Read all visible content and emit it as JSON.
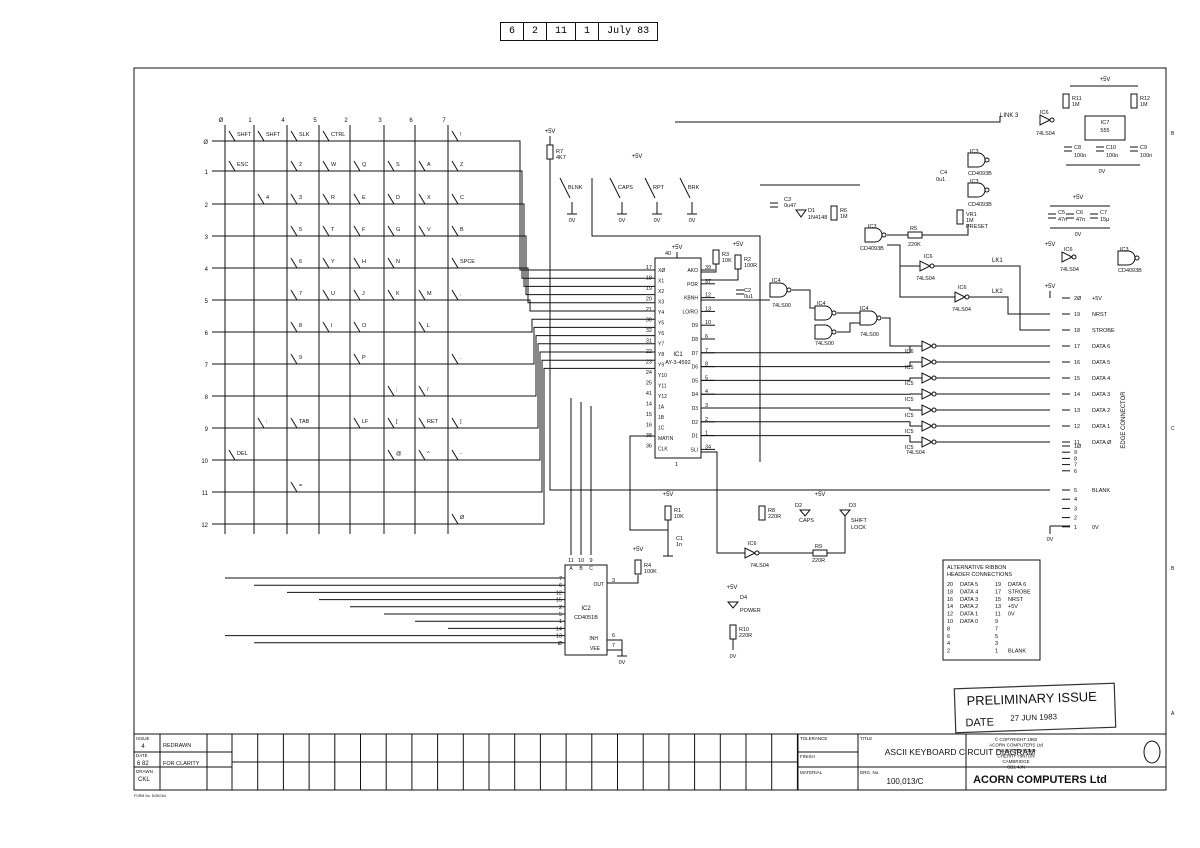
{
  "ref_box": [
    "6",
    "2",
    "11",
    "1",
    "July 83"
  ],
  "columns": [
    "Ø",
    "1",
    "4",
    "5",
    "2",
    "3",
    "6",
    "7"
  ],
  "rows": [
    "Ø",
    "1",
    "2",
    "3",
    "4",
    "5",
    "6",
    "7",
    "8",
    "9",
    "10",
    "11",
    "12"
  ],
  "keys": [
    {
      "r": 0,
      "c": 0,
      "t": "SHFT"
    },
    {
      "r": 0,
      "c": 1,
      "t": "SHFT"
    },
    {
      "r": 0,
      "c": 2,
      "t": "SLK"
    },
    {
      "r": 0,
      "c": 3,
      "t": "CTRL"
    },
    {
      "r": 0,
      "c": 7,
      "t": "!"
    },
    {
      "r": 1,
      "c": 0,
      "t": "ESC"
    },
    {
      "r": 1,
      "c": 2,
      "t": "2"
    },
    {
      "r": 1,
      "c": 3,
      "t": "W"
    },
    {
      "r": 1,
      "c": 4,
      "t": "Q"
    },
    {
      "r": 1,
      "c": 5,
      "t": "S"
    },
    {
      "r": 1,
      "c": 6,
      "t": "A"
    },
    {
      "r": 1,
      "c": 7,
      "t": "Z"
    },
    {
      "r": 2,
      "c": 1,
      "t": "4"
    },
    {
      "r": 2,
      "c": 2,
      "t": "3"
    },
    {
      "r": 2,
      "c": 3,
      "t": "R"
    },
    {
      "r": 2,
      "c": 4,
      "t": "E"
    },
    {
      "r": 2,
      "c": 5,
      "t": "D"
    },
    {
      "r": 2,
      "c": 6,
      "t": "X"
    },
    {
      "r": 2,
      "c": 7,
      "t": "C"
    },
    {
      "r": 3,
      "c": 2,
      "t": "5"
    },
    {
      "r": 3,
      "c": 3,
      "t": "T"
    },
    {
      "r": 3,
      "c": 4,
      "t": "F"
    },
    {
      "r": 3,
      "c": 5,
      "t": "G"
    },
    {
      "r": 3,
      "c": 6,
      "t": "V"
    },
    {
      "r": 3,
      "c": 7,
      "t": "B"
    },
    {
      "r": 4,
      "c": 2,
      "t": "6"
    },
    {
      "r": 4,
      "c": 3,
      "t": "Y"
    },
    {
      "r": 4,
      "c": 4,
      "t": "H"
    },
    {
      "r": 4,
      "c": 5,
      "t": "N"
    },
    {
      "r": 4,
      "c": 7,
      "t": "SPCE"
    },
    {
      "r": 5,
      "c": 2,
      "t": "7"
    },
    {
      "r": 5,
      "c": 3,
      "t": "U"
    },
    {
      "r": 5,
      "c": 4,
      "t": "J"
    },
    {
      "r": 5,
      "c": 5,
      "t": "K"
    },
    {
      "r": 5,
      "c": 6,
      "t": "M"
    },
    {
      "r": 5,
      "c": 7,
      "t": ","
    },
    {
      "r": 6,
      "c": 2,
      "t": "8"
    },
    {
      "r": 6,
      "c": 3,
      "t": "I"
    },
    {
      "r": 6,
      "c": 4,
      "t": "O"
    },
    {
      "r": 6,
      "c": 6,
      "t": "L"
    },
    {
      "r": 7,
      "c": 2,
      "t": "9"
    },
    {
      "r": 7,
      "c": 4,
      "t": "P"
    },
    {
      "r": 7,
      "c": 7,
      "t": "."
    },
    {
      "r": 8,
      "c": 5,
      "t": ";"
    },
    {
      "r": 8,
      "c": 6,
      "t": "/"
    },
    {
      "r": 9,
      "c": 1,
      "t": ":"
    },
    {
      "r": 9,
      "c": 2,
      "t": "TAB"
    },
    {
      "r": 9,
      "c": 4,
      "t": "LF"
    },
    {
      "r": 9,
      "c": 5,
      "t": "["
    },
    {
      "r": 9,
      "c": 6,
      "t": "RET"
    },
    {
      "r": 9,
      "c": 7,
      "t": "]"
    },
    {
      "r": 10,
      "c": 0,
      "t": "DEL"
    },
    {
      "r": 10,
      "c": 5,
      "t": "@"
    },
    {
      "r": 10,
      "c": 6,
      "t": "^"
    },
    {
      "r": 10,
      "c": 7,
      "t": "-"
    },
    {
      "r": 11,
      "c": 2,
      "t": "="
    },
    {
      "r": 12,
      "c": 7,
      "t": "Ø"
    }
  ],
  "top_switches": [
    "BLNK",
    "CAPS",
    "RPT",
    "BRK"
  ],
  "power": {
    "vcc": "+5V",
    "gnd": "0V"
  },
  "ic1": {
    "name": "IC1",
    "part": "AY-3-4592",
    "left_pins": [
      [
        "17",
        "XØ"
      ],
      [
        "18",
        "X1"
      ],
      [
        "19",
        "X2"
      ],
      [
        "20",
        "X3"
      ],
      [
        "21",
        "Y4"
      ],
      [
        "30",
        "Y5"
      ],
      [
        "32",
        "Y6"
      ],
      [
        "31",
        "Y7"
      ],
      [
        "22",
        "Y8"
      ],
      [
        "23",
        "Y9"
      ],
      [
        "24",
        "Y10"
      ],
      [
        "25",
        "Y11"
      ],
      [
        "41",
        "Y12"
      ],
      [
        "14",
        "1A"
      ],
      [
        "15",
        "1B"
      ],
      [
        "16",
        "1C"
      ],
      [
        "38",
        "MATIN"
      ],
      [
        "36",
        "CLK"
      ]
    ],
    "right_pins": [
      [
        "39",
        "AKO"
      ],
      [
        "37",
        "POR"
      ],
      [
        "12",
        "KBNH"
      ],
      [
        "13",
        "LO/RO"
      ],
      [
        "10",
        "D9"
      ],
      [
        "6",
        "D8"
      ],
      [
        "7",
        "D7"
      ],
      [
        "8",
        "D6"
      ],
      [
        "5",
        "D5"
      ],
      [
        "4",
        "D4"
      ],
      [
        "3",
        "D3"
      ],
      [
        "2",
        "D2"
      ],
      [
        "1",
        "D1"
      ],
      [
        "34",
        "SLI"
      ]
    ],
    "top_pin": "40",
    "bottom_pin": "1"
  },
  "ic2": {
    "name": "IC2",
    "part": "CD4051B",
    "left_pins": [
      "7",
      "6",
      "12",
      "15",
      "2",
      "5",
      "1",
      "14",
      "13",
      "Ø"
    ],
    "top_pins": [
      "11",
      "10",
      "9"
    ],
    "top_labels": [
      "A",
      "B",
      "C"
    ],
    "out_pin": "3",
    "out_label": "OUT",
    "inh": "INH",
    "vee": "VEE",
    "inh_pin": "6",
    "vee_pin": "7"
  },
  "components": [
    {
      "id": "R7",
      "v": "4K7"
    },
    {
      "id": "R3",
      "v": "10K"
    },
    {
      "id": "R2",
      "v": "100R"
    },
    {
      "id": "C2",
      "v": "0u1"
    },
    {
      "id": "C3",
      "v": "0u47"
    },
    {
      "id": "D1",
      "v": "1N4148"
    },
    {
      "id": "R6",
      "v": "1M"
    },
    {
      "id": "C4",
      "v": "0u1"
    },
    {
      "id": "VR1",
      "v": "1M PRESET"
    },
    {
      "id": "R5",
      "v": "220K"
    },
    {
      "id": "R1",
      "v": "10K"
    },
    {
      "id": "C1",
      "v": "1n"
    },
    {
      "id": "R4",
      "v": "100K"
    },
    {
      "id": "R8",
      "v": "220R"
    },
    {
      "id": "R9",
      "v": "220R"
    },
    {
      "id": "D2",
      "v": "CAPS"
    },
    {
      "id": "D3",
      "v": "SHIFT LOCK"
    },
    {
      "id": "D4",
      "v": "POWER"
    },
    {
      "id": "R10",
      "v": "220R"
    },
    {
      "id": "R11",
      "v": "1M"
    },
    {
      "id": "R12",
      "v": "1M"
    },
    {
      "id": "IC7",
      "v": "555"
    },
    {
      "id": "C8",
      "v": "100n"
    },
    {
      "id": "C10",
      "v": "100n"
    },
    {
      "id": "C9",
      "v": "100n"
    },
    {
      "id": "C5",
      "v": "47n"
    },
    {
      "id": "C6",
      "v": "47n"
    },
    {
      "id": "C7",
      "v": "15µ"
    }
  ],
  "gates": {
    "ic3": "CD4093B",
    "ic4": "74LS00",
    "ic5": "74LS04",
    "ic6": "74LS04",
    "ic3_name": "IC3",
    "ic4_name": "IC4",
    "ic5_name": "IC5",
    "ic6_name": "IC6"
  },
  "links": [
    "LINK 3",
    "LK1",
    "LK2"
  ],
  "edge_connector": {
    "title": "EDGE CONNECTOR",
    "pins": [
      [
        "2Ø",
        "+5V"
      ],
      [
        "19",
        "NRST"
      ],
      [
        "18",
        "STROBE"
      ],
      [
        "17",
        "DATA 6"
      ],
      [
        "16",
        "DATA 5"
      ],
      [
        "15",
        "DATA 4"
      ],
      [
        "14",
        "DATA 3"
      ],
      [
        "13",
        "DATA 2"
      ],
      [
        "12",
        "DATA 1"
      ],
      [
        "11",
        "DATA Ø"
      ],
      [
        "1Ø",
        ""
      ],
      [
        "9",
        ""
      ],
      [
        "8",
        ""
      ],
      [
        "7",
        ""
      ],
      [
        "6",
        ""
      ],
      [
        "5",
        "BLANK"
      ],
      [
        "4",
        ""
      ],
      [
        "3",
        ""
      ],
      [
        "2",
        ""
      ],
      [
        "1",
        "0V"
      ]
    ]
  },
  "alt_table": {
    "title": "ALTERNATIVE RIBBON HEADER CONNECTIONS",
    "rows": [
      [
        "20",
        "DATA 5",
        "19",
        "DATA 6"
      ],
      [
        "18",
        "DATA 4",
        "17",
        "STROBE"
      ],
      [
        "16",
        "DATA 3",
        "15",
        "NRST"
      ],
      [
        "14",
        "DATA 2",
        "13",
        "+5V"
      ],
      [
        "12",
        "DATA 1",
        "11",
        "0V"
      ],
      [
        "10",
        "DATA 0",
        "9",
        ""
      ],
      [
        "8",
        "",
        "7",
        ""
      ],
      [
        "6",
        "",
        "5",
        ""
      ],
      [
        "4",
        "",
        "3",
        ""
      ],
      [
        "2",
        "",
        "1",
        "BLANK"
      ]
    ]
  },
  "stamp": {
    "line1": "PRELIMINARY ISSUE",
    "date_label": "DATE",
    "date": "27 JUN 1983"
  },
  "title_block": {
    "issue_label": "ISSUE",
    "issue": "4",
    "date_label": "DATE",
    "date": "6 82",
    "drawn_label": "DRAWN",
    "drawn": "CKL",
    "notes": [
      "REDRAWN",
      "FOR CLARITY"
    ],
    "tolerance": "TOLERANCE",
    "finish": "FINISH",
    "material": "MATERIAL",
    "title_label": "TITLE",
    "title": "ASCII KEYBOARD CIRCUIT DIAGRAM",
    "drg_label": "DRG. No.",
    "drg": "100,013/C",
    "copyright": [
      "© COPYRIGHT 1982",
      "ACORN COMPUTERS Ltd",
      "FULBOURN ROAD",
      "CHERRY HINTON",
      "CAMBRIDGE",
      "CB1 4JN"
    ],
    "company": "ACORN COMPUTERS Ltd",
    "form": "FORM No. D/26/164"
  },
  "border_letters": [
    "B",
    "C",
    "B",
    "A"
  ]
}
